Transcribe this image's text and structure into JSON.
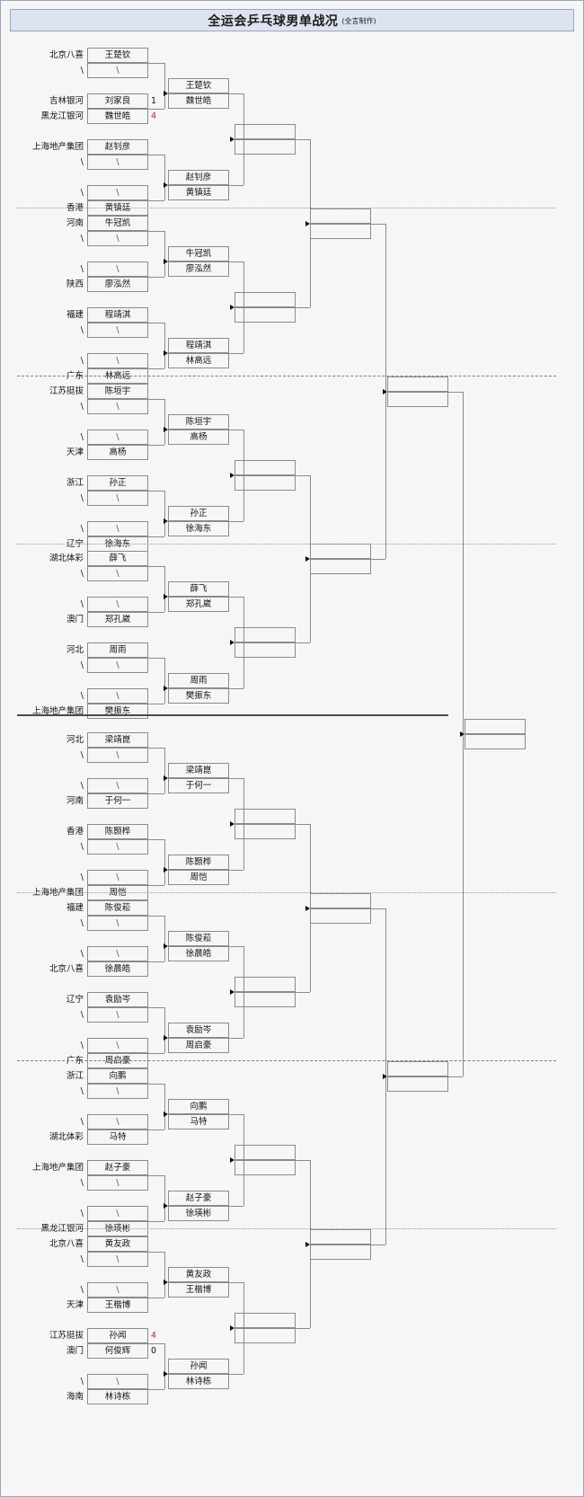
{
  "title": {
    "main": "全运会乒乓球男单战况",
    "sub": "(全言制作)"
  },
  "labels": {
    "bye": "\\"
  },
  "chart_data": {
    "type": "bracket",
    "title": "全运会乒乓球男单战况",
    "rounds": 6,
    "quadrants": [
      {
        "name": "quad-1",
        "matches": [
          {
            "team_top": "北京八喜",
            "player_top": "王楚钦",
            "team_bot": "\\",
            "player_bot": "\\",
            "score_top": "",
            "score_bot": ""
          },
          {
            "team_top": "吉林银河",
            "player_top": "刘家良",
            "team_bot": "黑龙江银河",
            "player_bot": "魏世皓",
            "score_top": "1",
            "score_bot": "4"
          },
          {
            "team_top": "上海地产集团",
            "player_top": "赵钊彦",
            "team_bot": "\\",
            "player_bot": "\\",
            "score_top": "",
            "score_bot": ""
          },
          {
            "team_top": "\\",
            "player_top": "\\",
            "team_bot": "香港",
            "player_bot": "黄镇廷",
            "score_top": "",
            "score_bot": ""
          }
        ],
        "round2": [
          {
            "a": "王楚钦",
            "b": "魏世皓"
          },
          {
            "a": "赵钊彦",
            "b": "黄镇廷"
          }
        ]
      },
      {
        "name": "quad-2",
        "matches": [
          {
            "team_top": "河南",
            "player_top": "牛冠凯",
            "team_bot": "\\",
            "player_bot": "\\",
            "score_top": "",
            "score_bot": ""
          },
          {
            "team_top": "\\",
            "player_top": "\\",
            "team_bot": "陕西",
            "player_bot": "廖泓然",
            "score_top": "",
            "score_bot": ""
          },
          {
            "team_top": "福建",
            "player_top": "程靖淇",
            "team_bot": "\\",
            "player_bot": "\\",
            "score_top": "",
            "score_bot": ""
          },
          {
            "team_top": "\\",
            "player_top": "\\",
            "team_bot": "广东",
            "player_bot": "林高远",
            "score_top": "",
            "score_bot": ""
          }
        ],
        "round2": [
          {
            "a": "牛冠凯",
            "b": "廖泓然"
          },
          {
            "a": "程靖淇",
            "b": "林高远"
          }
        ]
      },
      {
        "name": "quad-3",
        "matches": [
          {
            "team_top": "江苏挺拔",
            "player_top": "陈垣宇",
            "team_bot": "\\",
            "player_bot": "\\",
            "score_top": "",
            "score_bot": ""
          },
          {
            "team_top": "\\",
            "player_top": "\\",
            "team_bot": "天津",
            "player_bot": "高杨",
            "score_top": "",
            "score_bot": ""
          },
          {
            "team_top": "浙江",
            "player_top": "孙正",
            "team_bot": "\\",
            "player_bot": "\\",
            "score_top": "",
            "score_bot": ""
          },
          {
            "team_top": "\\",
            "player_top": "\\",
            "team_bot": "辽宁",
            "player_bot": "徐海东",
            "score_top": "",
            "score_bot": ""
          }
        ],
        "round2": [
          {
            "a": "陈垣宇",
            "b": "高杨"
          },
          {
            "a": "孙正",
            "b": "徐海东"
          }
        ]
      },
      {
        "name": "quad-4",
        "matches": [
          {
            "team_top": "湖北体彩",
            "player_top": "薛飞",
            "team_bot": "\\",
            "player_bot": "\\",
            "score_top": "",
            "score_bot": ""
          },
          {
            "team_top": "\\",
            "player_top": "\\",
            "team_bot": "澳门",
            "player_bot": "郑孔崴",
            "score_top": "",
            "score_bot": ""
          },
          {
            "team_top": "河北",
            "player_top": "周雨",
            "team_bot": "\\",
            "player_bot": "\\",
            "score_top": "",
            "score_bot": ""
          },
          {
            "team_top": "\\",
            "player_top": "\\",
            "team_bot": "上海地产集团",
            "player_bot": "樊振东",
            "score_top": "",
            "score_bot": ""
          }
        ],
        "round2": [
          {
            "a": "薛飞",
            "b": "郑孔崴"
          },
          {
            "a": "周雨",
            "b": "樊振东"
          }
        ]
      },
      {
        "name": "quad-5",
        "matches": [
          {
            "team_top": "河北",
            "player_top": "梁靖崑",
            "team_bot": "\\",
            "player_bot": "\\",
            "score_top": "",
            "score_bot": ""
          },
          {
            "team_top": "\\",
            "player_top": "\\",
            "team_bot": "河南",
            "player_bot": "于何一",
            "score_top": "",
            "score_bot": ""
          },
          {
            "team_top": "香港",
            "player_top": "陈颢桦",
            "team_bot": "\\",
            "player_bot": "\\",
            "score_top": "",
            "score_bot": ""
          },
          {
            "team_top": "\\",
            "player_top": "\\",
            "team_bot": "上海地产集团",
            "player_bot": "周恺",
            "score_top": "",
            "score_bot": ""
          }
        ],
        "round2": [
          {
            "a": "梁靖崑",
            "b": "于何一"
          },
          {
            "a": "陈颢桦",
            "b": "周恺"
          }
        ]
      },
      {
        "name": "quad-6",
        "matches": [
          {
            "team_top": "福建",
            "player_top": "陈俊菘",
            "team_bot": "\\",
            "player_bot": "\\",
            "score_top": "",
            "score_bot": ""
          },
          {
            "team_top": "\\",
            "player_top": "\\",
            "team_bot": "北京八喜",
            "player_bot": "徐晨皓",
            "score_top": "",
            "score_bot": ""
          },
          {
            "team_top": "辽宁",
            "player_top": "袁励岑",
            "team_bot": "\\",
            "player_bot": "\\",
            "score_top": "",
            "score_bot": ""
          },
          {
            "team_top": "\\",
            "player_top": "\\",
            "team_bot": "广东",
            "player_bot": "周启豪",
            "score_top": "",
            "score_bot": ""
          }
        ],
        "round2": [
          {
            "a": "陈俊菘",
            "b": "徐晨皓"
          },
          {
            "a": "袁励岑",
            "b": "周启豪"
          }
        ]
      },
      {
        "name": "quad-7",
        "matches": [
          {
            "team_top": "浙江",
            "player_top": "向鹏",
            "team_bot": "\\",
            "player_bot": "\\",
            "score_top": "",
            "score_bot": ""
          },
          {
            "team_top": "\\",
            "player_top": "\\",
            "team_bot": "湖北体彩",
            "player_bot": "马特",
            "score_top": "",
            "score_bot": ""
          },
          {
            "team_top": "上海地产集团",
            "player_top": "赵子豪",
            "team_bot": "\\",
            "player_bot": "\\",
            "score_top": "",
            "score_bot": ""
          },
          {
            "team_top": "\\",
            "player_top": "\\",
            "team_bot": "黑龙江银河",
            "player_bot": "徐瑛彬",
            "score_top": "",
            "score_bot": ""
          }
        ],
        "round2": [
          {
            "a": "向鹏",
            "b": "马特"
          },
          {
            "a": "赵子豪",
            "b": "徐瑛彬"
          }
        ]
      },
      {
        "name": "quad-8",
        "matches": [
          {
            "team_top": "北京八喜",
            "player_top": "黄友政",
            "team_bot": "\\",
            "player_bot": "\\",
            "score_top": "",
            "score_bot": ""
          },
          {
            "team_top": "\\",
            "player_top": "\\",
            "team_bot": "天津",
            "player_bot": "王楷博",
            "score_top": "",
            "score_bot": ""
          },
          {
            "team_top": "江苏挺拔",
            "player_top": "孙闻",
            "team_bot": "澳门",
            "player_bot": "何俊辉",
            "score_top": "4",
            "score_bot": "0"
          },
          {
            "team_top": "\\",
            "player_top": "\\",
            "team_bot": "海南",
            "player_bot": "林诗栋",
            "score_top": "",
            "score_bot": ""
          }
        ],
        "round2": [
          {
            "a": "黄友政",
            "b": "王楷博"
          },
          {
            "a": "孙闻",
            "b": "林诗栋"
          }
        ]
      }
    ],
    "later_rounds": {
      "round3": [
        "",
        "",
        "",
        "",
        "",
        "",
        "",
        ""
      ],
      "round4": [
        "",
        "",
        "",
        ""
      ],
      "round5": [
        "",
        ""
      ],
      "final": [
        ""
      ]
    }
  }
}
